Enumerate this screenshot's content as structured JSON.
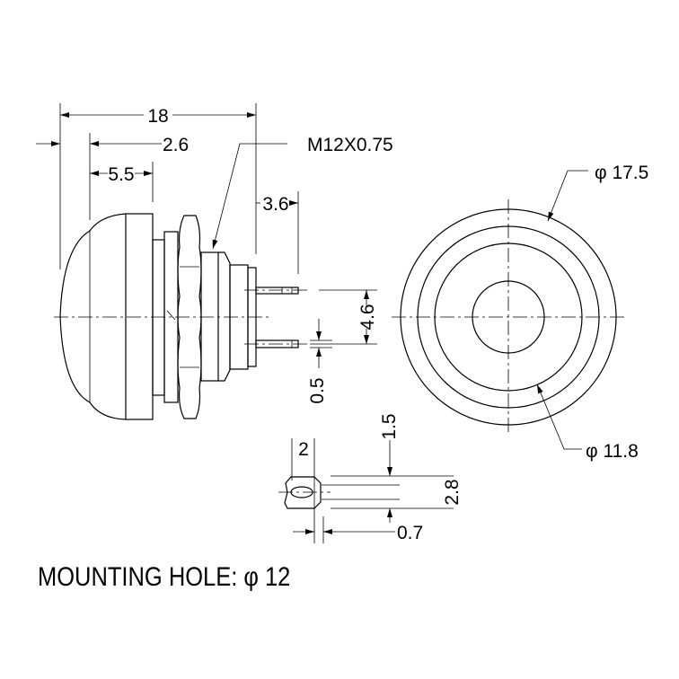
{
  "title": "Push button switch dimension drawing",
  "dimensions": {
    "overall_length": "18",
    "dome_offset": "2.6",
    "cap_length": "5.5",
    "thread": "M12X0.75",
    "pin_length": "3.6",
    "pin_spacing": "4.6",
    "pin_thickness": "0.5",
    "outer_diameter": "φ 17.5",
    "button_diameter": "φ 11.8",
    "terminal_width": "2",
    "slot_height": "1.5",
    "terminal_height": "2.8",
    "slot_width": "0.7"
  },
  "mounting_hole": "MOUNTING HOLE:  φ 12"
}
